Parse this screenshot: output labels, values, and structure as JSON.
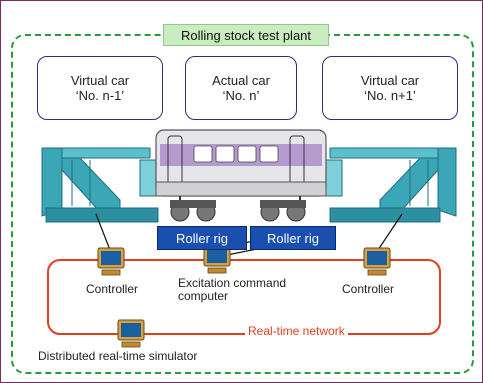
{
  "diagram": {
    "title": "Rolling stock test plant",
    "cars": [
      {
        "line1": "Virtual car",
        "line2": "‘No. n-1’"
      },
      {
        "line1": "Actual car",
        "line2": "‘No. n’"
      },
      {
        "line1": "Virtual car",
        "line2": "‘No. n+1’"
      }
    ],
    "roller_rigs": [
      "Roller rig",
      "Roller rig"
    ],
    "controllers": [
      "Controller",
      "Controller"
    ],
    "excitation": {
      "line1": "Excitation command",
      "line2": "computer"
    },
    "network_label": "Real-time network",
    "simulator_label": "Distributed real-time simulator",
    "colors": {
      "frame": "#7a2a5a",
      "plant_boundary": "#2a9a3a",
      "title_bg": "#c9edc0",
      "car_box_border": "#332a7a",
      "network": "#e04020",
      "roller_rig_bg": "#1a4fb0",
      "car_body": "#e6e6ea",
      "car_band": "#b59ad0",
      "equipment": "#3aa6b6"
    }
  }
}
